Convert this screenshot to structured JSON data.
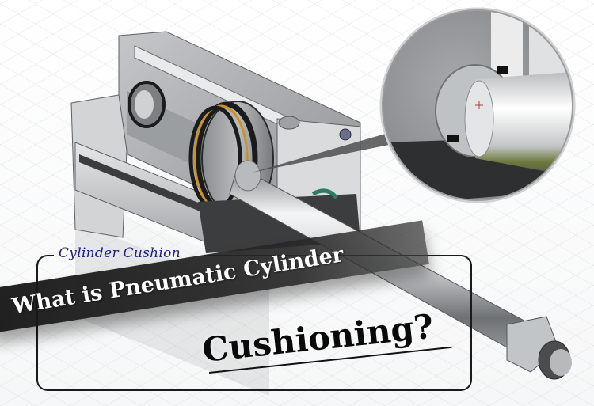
{
  "banner": {
    "subtitle": "Cylinder Cushion",
    "title_line1": "What is Pneumatic Cylinder",
    "title_line2": "Cushioning?"
  },
  "illustration": {
    "main_subject": "pneumatic-cylinder-cutaway",
    "inset": "magnified-cushion-detail"
  },
  "colors": {
    "subtitle": "#1f1f7a",
    "title_band": "#1e1e1e",
    "title_line1": "#ffffff",
    "title_line2": "#0a0a0a",
    "frame": "#1a1a1a",
    "metal_light": "#e8e9ea",
    "metal_mid": "#a9abad",
    "metal_dark": "#4a4c4e",
    "seal_dark": "#1c1c1c",
    "seal_amber": "#c8912a",
    "seal_green": "#2f7a62"
  }
}
